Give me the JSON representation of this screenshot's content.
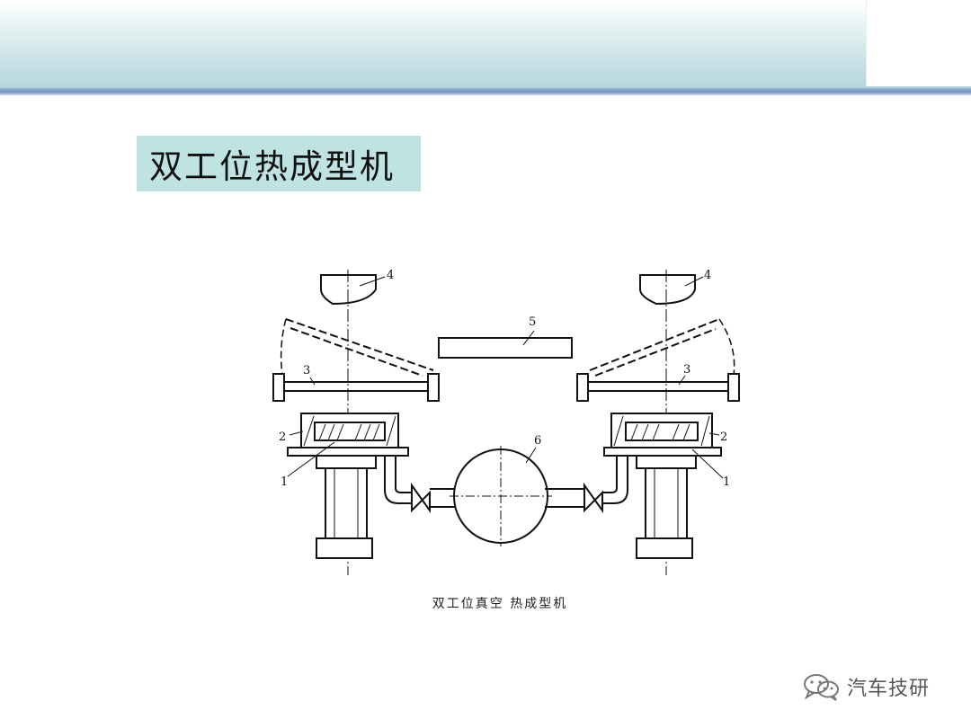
{
  "slide": {
    "title": "双工位热成型机"
  },
  "diagram": {
    "caption": "双工位真空 热成型机",
    "labels": {
      "l1_left": "1",
      "l2_left": "2",
      "l3_left": "3",
      "l4_left": "4",
      "l5": "5",
      "l6": "6",
      "l1_right": "1",
      "l2_right": "2",
      "l3_right": "3",
      "l4_right": "4"
    }
  },
  "watermark": {
    "text": "汽车技研",
    "icon": "wechat-icon"
  }
}
